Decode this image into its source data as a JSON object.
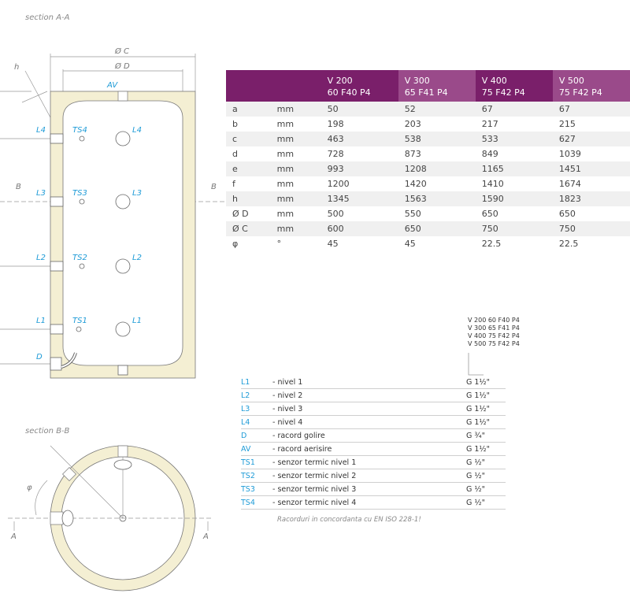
{
  "section_aa_title": "section A-A",
  "section_bb_title": "section B-B",
  "drawing_labels": {
    "oc": "Ø C",
    "od": "Ø D",
    "h": "h",
    "av": "AV",
    "l4": "L4",
    "l3": "L3",
    "l2": "L2",
    "l1": "L1",
    "ts4": "TS4",
    "ts3": "TS3",
    "ts2": "TS2",
    "ts1": "TS1",
    "d": "D",
    "b": "B",
    "a": "A",
    "phi": "φ"
  },
  "dimensions_table": {
    "headers": [
      {
        "line1": "",
        "line2": ""
      },
      {
        "line1": "",
        "line2": ""
      },
      {
        "line1": "V 200",
        "line2": "60 F40 P4"
      },
      {
        "line1": "V 300",
        "line2": "65 F41 P4"
      },
      {
        "line1": "V 400",
        "line2": "75 F42 P4"
      },
      {
        "line1": "V 500",
        "line2": "75 F42 P4"
      }
    ],
    "rows": [
      {
        "param": "a",
        "unit": "mm",
        "values": [
          "50",
          "52",
          "67",
          "67"
        ]
      },
      {
        "param": "b",
        "unit": "mm",
        "values": [
          "198",
          "203",
          "217",
          "215"
        ]
      },
      {
        "param": "c",
        "unit": "mm",
        "values": [
          "463",
          "538",
          "533",
          "627"
        ]
      },
      {
        "param": "d",
        "unit": "mm",
        "values": [
          "728",
          "873",
          "849",
          "1039"
        ]
      },
      {
        "param": "e",
        "unit": "mm",
        "values": [
          "993",
          "1208",
          "1165",
          "1451"
        ]
      },
      {
        "param": "f",
        "unit": "mm",
        "values": [
          "1200",
          "1420",
          "1410",
          "1674"
        ]
      },
      {
        "param": "h",
        "unit": "mm",
        "values": [
          "1345",
          "1563",
          "1590",
          "1823"
        ]
      },
      {
        "param": "Ø D",
        "unit": "mm",
        "values": [
          "500",
          "550",
          "650",
          "650"
        ]
      },
      {
        "param": "Ø C",
        "unit": "mm",
        "values": [
          "600",
          "650",
          "750",
          "750"
        ]
      },
      {
        "param": "φ",
        "unit": "°",
        "values": [
          "45",
          "45",
          "22.5",
          "22.5"
        ]
      }
    ]
  },
  "connections": {
    "models": [
      "V 200 60 F40 P4",
      "V 300 65 F41 P4",
      "V 400 75 F42 P4",
      "V 500 75 F42 P4"
    ],
    "rows": [
      {
        "code": "L1",
        "desc": "- nivel 1",
        "size": "G 1½\""
      },
      {
        "code": "L2",
        "desc": "- nivel 2",
        "size": "G 1½\""
      },
      {
        "code": "L3",
        "desc": "- nivel 3",
        "size": "G 1½\""
      },
      {
        "code": "L4",
        "desc": "- nivel 4",
        "size": "G 1½\""
      },
      {
        "code": "D",
        "desc": "- racord golire",
        "size": "G ¾\""
      },
      {
        "code": "AV",
        "desc": "- racord aerisire",
        "size": "G 1½\""
      },
      {
        "code": "TS1",
        "desc": "- senzor termic nivel 1",
        "size": "G ½\""
      },
      {
        "code": "TS2",
        "desc": "- senzor termic nivel 2",
        "size": "G ½\""
      },
      {
        "code": "TS3",
        "desc": "- senzor termic nivel 3",
        "size": "G ½\""
      },
      {
        "code": "TS4",
        "desc": "- senzor termic nivel 4",
        "size": "G ½\""
      }
    ],
    "note": "Racorduri in concordanta cu EN ISO 228-1!"
  },
  "colors": {
    "header": "#7a1f6a",
    "header_alt": "#9a4a8a",
    "insulation": "#f4efd3",
    "code_blue": "#1e9bd7"
  }
}
